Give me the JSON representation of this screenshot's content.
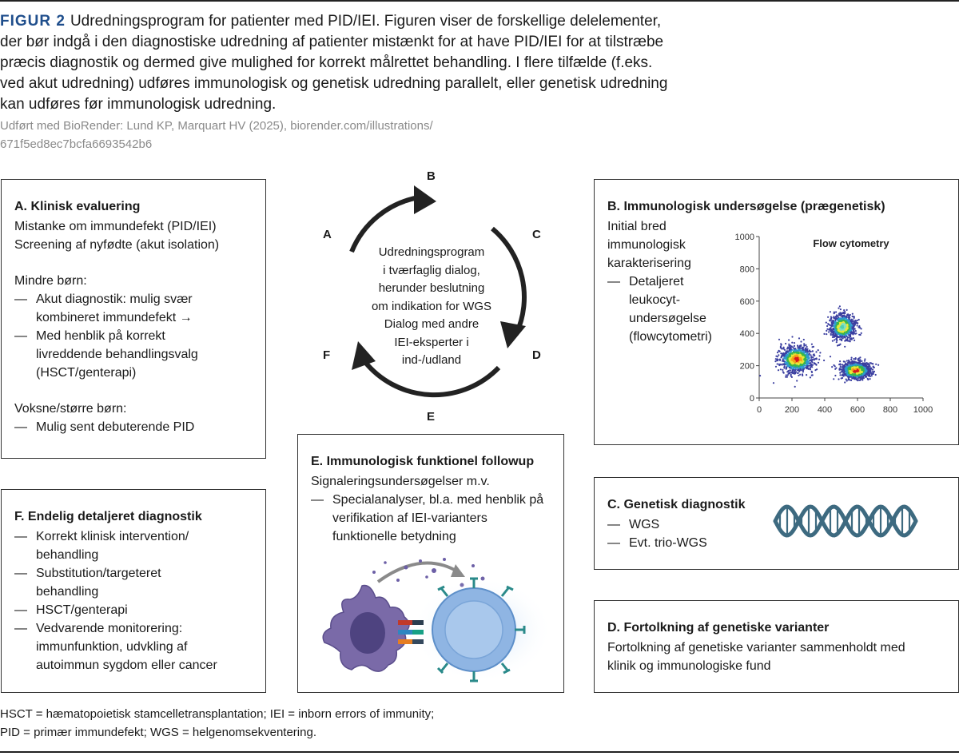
{
  "caption": {
    "label": "FIGUR 2",
    "text": "Udredningsprogram for patienter med PID/IEI. Figuren viser de forskellige del­elementer, der bør indgå i den diagnostiske udredning af patienter mistænkt for at have PID/IEI for at tilstræbe præcis diagnostik og dermed give mulighed for korrekt målrettet behandling. I flere tilfælde (f.eks. ved akut udredning) udføres immunologisk og genetisk udredning parallelt, eller genetisk udredning kan udføres før immunologisk udredning.",
    "credit": "Udført med BioRender: Lund KP, Marquart HV (2025), biorender.com/illustrations/ 671f5ed8ec7bcfa6693542b6"
  },
  "box_a": {
    "title": "A. Klinisk evaluering",
    "line1": "Mistanke om immundefekt (PID/IEI)",
    "line2": "Screening af nyfødte (akut isolation)",
    "sub1": "Mindre børn:",
    "items1": [
      "Akut diagnostik: mulig svær kombineret immundefekt →",
      "Med henblik på korrekt livreddende behandlingsvalg (HSCT/genterapi)"
    ],
    "sub2": "Voksne/større børn:",
    "items2": [
      "Mulig sent debuterende PID"
    ]
  },
  "box_b": {
    "title": "B. Immunologisk undersøgelse (prægenetisk)",
    "line1": "Initial bred immunologisk karakterisering",
    "items": [
      "Detaljeret leukocyt-undersøgelse (flowcytometri)"
    ]
  },
  "flow_chart": {
    "title": "Flow cytometry",
    "x_ticks": [
      "0",
      "200",
      "400",
      "600",
      "800",
      "1000"
    ],
    "y_ticks": [
      "0",
      "200",
      "400",
      "600",
      "800",
      "1000"
    ]
  },
  "chart_data": {
    "type": "scatter",
    "title": "Flow cytometry",
    "xlim": [
      0,
      1000
    ],
    "ylim": [
      0,
      1000
    ],
    "grid": false,
    "clusters": [
      {
        "center": [
          230,
          240
        ],
        "spread": [
          75,
          60
        ],
        "peak_color": "#d7191c"
      },
      {
        "center": [
          510,
          440
        ],
        "spread": [
          55,
          55
        ],
        "peak_color": "#4fd0b0"
      },
      {
        "center": [
          590,
          170
        ],
        "spread": [
          65,
          40
        ],
        "peak_color": "#d7191c"
      }
    ]
  },
  "box_c": {
    "title": "C. Genetisk diagnostik",
    "items": [
      "WGS",
      "Evt. trio-WGS"
    ]
  },
  "box_d": {
    "title": "D. Fortolkning af genetiske varianter",
    "line1": "Fortolkning af genetiske varianter sammenholdt med klinik og immunologiske fund"
  },
  "box_e": {
    "title": "E. Immunologisk funktionel followup",
    "line1": "Signaleringsundersøgelser m.v.",
    "items": [
      "Specialanalyser, bl.a. med henblik på verifikation af IEI-varianters funktionelle betydning"
    ]
  },
  "box_f": {
    "title": "F. Endelig detaljeret diagnostik",
    "items": [
      "Korrekt klinisk intervention/ behandling",
      "Substitution/targeteret behandling",
      "HSCT/genterapi",
      "Vedvarende monitorering: immunfunktion, udvkling af autoimmun sygdom eller cancer"
    ]
  },
  "cycle": {
    "letters": {
      "a": "A",
      "b": "B",
      "c": "C",
      "d": "D",
      "e": "E",
      "f": "F"
    },
    "center_lines": [
      "Udredningsprogram",
      "i tværfaglig dialog,",
      "herunder beslutning",
      "om indikation for WGS",
      "Dialog med andre",
      "IEI-eksperter i",
      "ind-/udland"
    ]
  },
  "footnote": {
    "line1": "HSCT = hæmatopoietisk stamcelletransplantation; IEI = inborn errors of immunity;",
    "line2": "PID = primær immundefekt; WGS = helgenomsekventering."
  },
  "colors": {
    "accent": "#1f4e8c",
    "dna": "#3d6a80",
    "cell_purple": "#7a6aa8",
    "cell_blue": "#8fb5e3"
  }
}
